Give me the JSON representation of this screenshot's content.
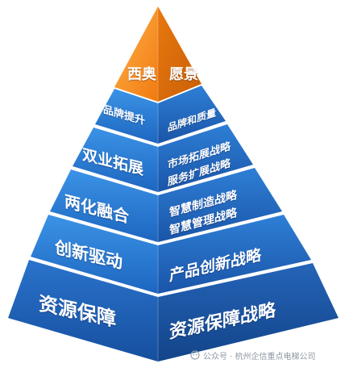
{
  "pyramid": {
    "top": {
      "left": "西奥",
      "right": "愿景"
    },
    "tiers": [
      {
        "left": "品牌提升",
        "right": [
          "品牌和质量"
        ]
      },
      {
        "left": "双业拓展",
        "right": [
          "市场拓展战略",
          "服务扩展战略"
        ]
      },
      {
        "left": "两化融合",
        "right": [
          "智慧制造战略",
          "智慧管理战略"
        ]
      },
      {
        "left": "创新驱动",
        "right": [
          "产品创新战略"
        ]
      },
      {
        "left": "资源保障",
        "right": [
          "资源保障战略"
        ]
      }
    ]
  },
  "watermark": {
    "text": "公众号 · 杭州企信重点电梯公司"
  },
  "colors": {
    "apex": "#f08a1a",
    "tier_front": "#1f6fc4",
    "tier_side": "#1a4f95",
    "bottom_front": "#1d59b0"
  }
}
